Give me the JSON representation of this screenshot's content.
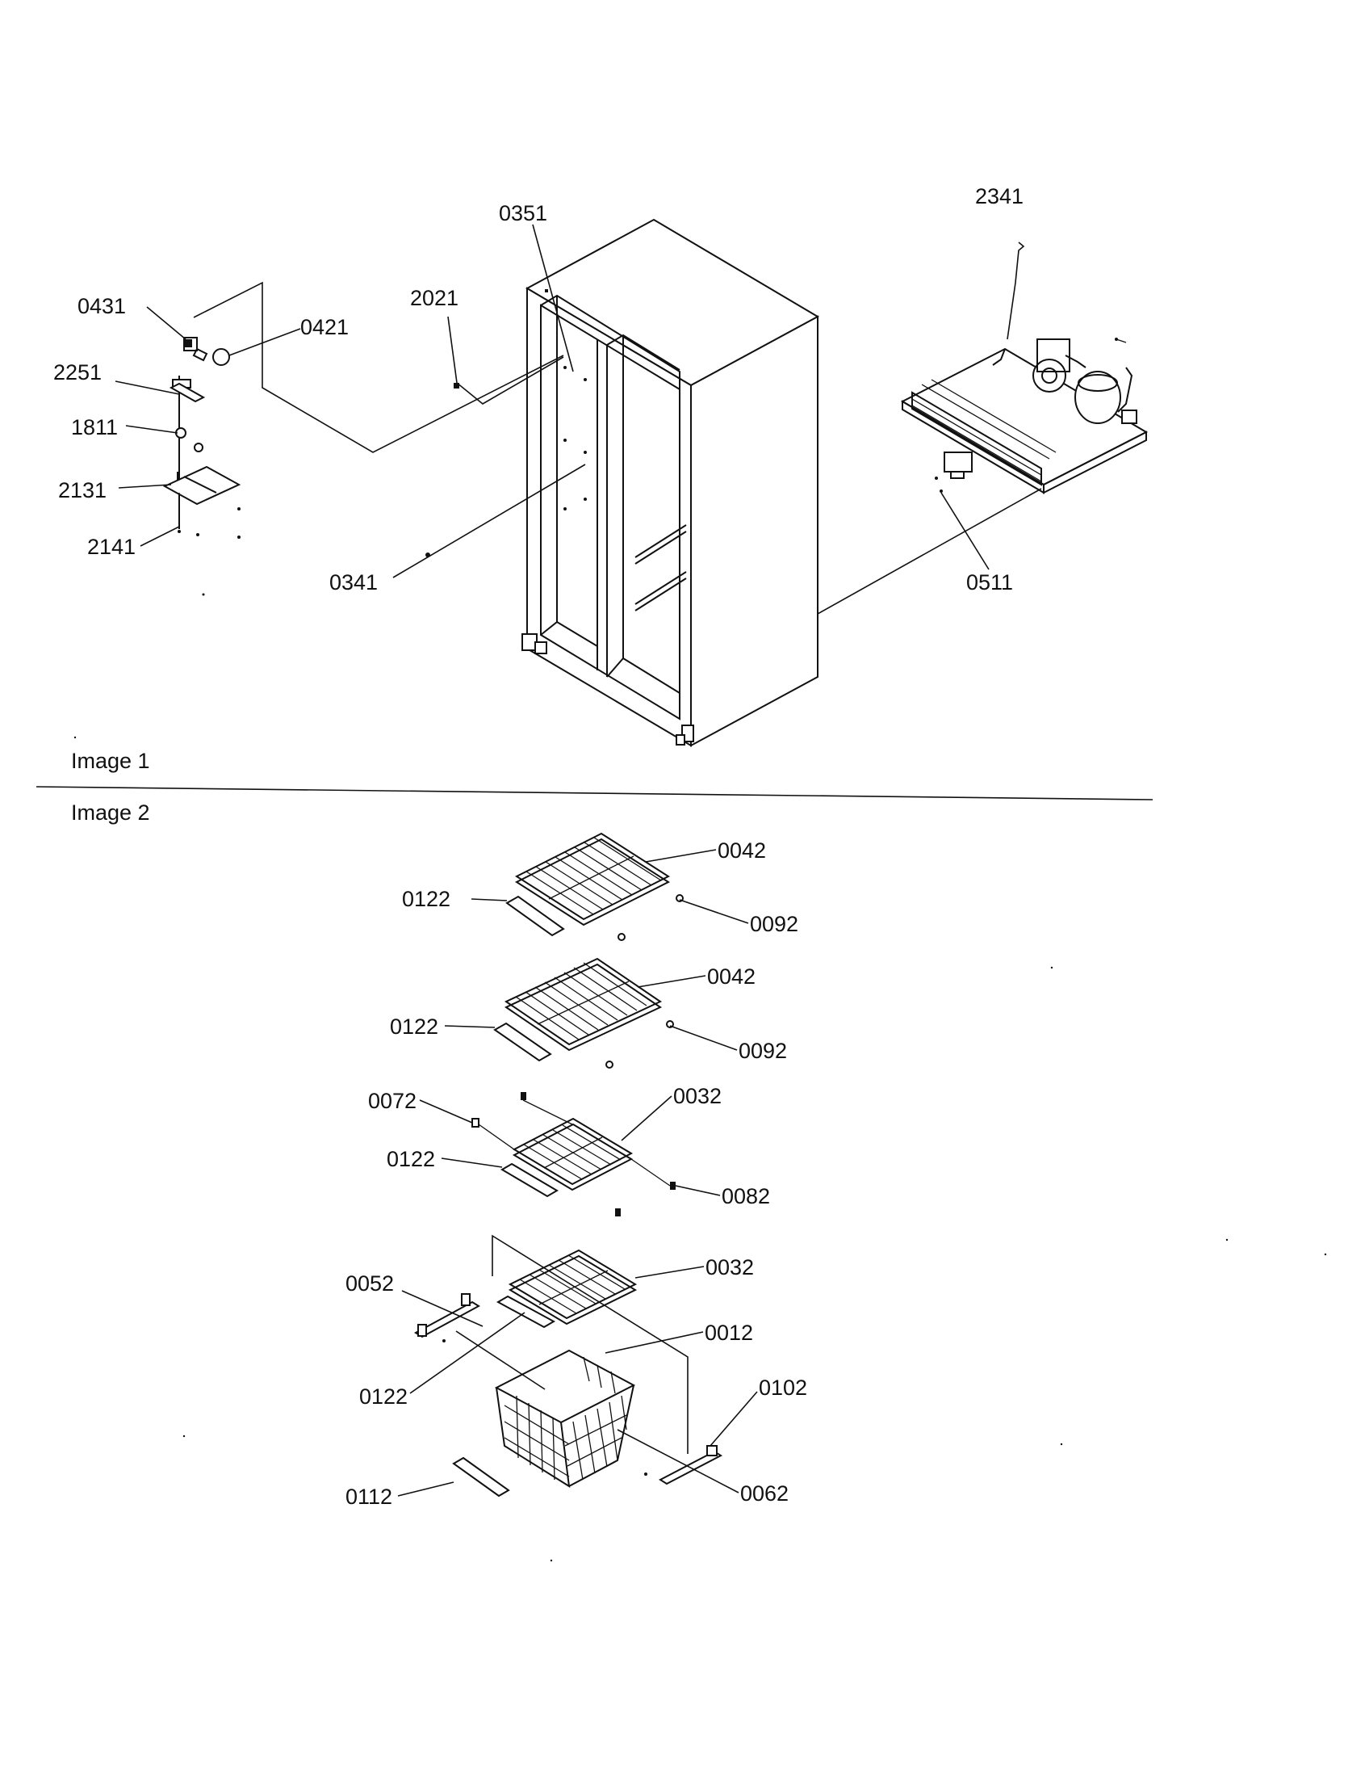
{
  "sections": {
    "image1": "Image 1",
    "image2": "Image 2"
  },
  "callouts_image1": {
    "c0351": "0351",
    "c2341": "2341",
    "c2021": "2021",
    "c0431": "0431",
    "c0421": "0421",
    "c2251": "2251",
    "c1811": "1811",
    "c2131": "2131",
    "c2141": "2141",
    "c0341": "0341",
    "c0511": "0511"
  },
  "callouts_image2": {
    "c0042a": "0042",
    "c0122a": "0122",
    "c0092a": "0092",
    "c0042b": "0042",
    "c0122b": "0122",
    "c0092b": "0092",
    "c0072": "0072",
    "c0032a": "0032",
    "c0122c": "0122",
    "c0082": "0082",
    "c0032b": "0032",
    "c0052": "0052",
    "c0012": "0012",
    "c0122d": "0122",
    "c0102": "0102",
    "c0112": "0112",
    "c0062": "0062"
  }
}
